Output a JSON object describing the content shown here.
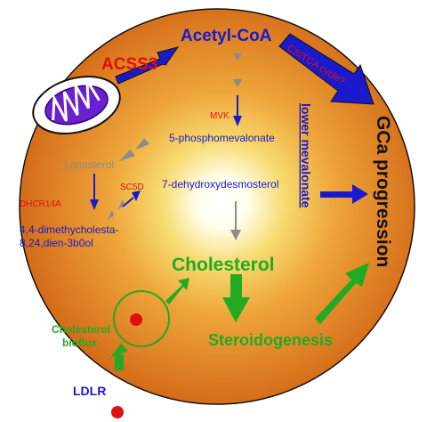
{
  "labels": {
    "acetyl_coa": "Acetyl-CoA",
    "acss3": "ACSS3",
    "cs_tca": "CS/TCA cycle?",
    "mvk": "MVK",
    "phosphomevalonate": "5-phosphomevalonate",
    "lower_mevalonate": "lower mevalonate",
    "lanosterol": "Lanosterol",
    "sc5d": "SC5D",
    "dehydroxydesmosterol": "7-dehydroxydesmosterol",
    "dhcr14a": "DHCR14A",
    "dimethyl_line1": "4,4-dimethycholesta-",
    "dimethyl_line2": "8,24,dien-3b0ol",
    "cholesterol": "Cholesterol",
    "cholesterol_bioflux_line1": "Cholesterol",
    "cholesterol_bioflux_line2": "bioflux",
    "steroidogenesis": "Steroidogenesis",
    "gca_progression": "GCa progression",
    "ldlr": "LDLR"
  },
  "colors": {
    "cell_edge": "#d6731a",
    "cell_mid": "#f0b040",
    "cell_center": "#ffffff",
    "blue": "#1a1acc",
    "green": "#22aa22",
    "red": "#e01010",
    "gray": "#8c8c8c",
    "mitochondrion": "#6a1fd0"
  }
}
